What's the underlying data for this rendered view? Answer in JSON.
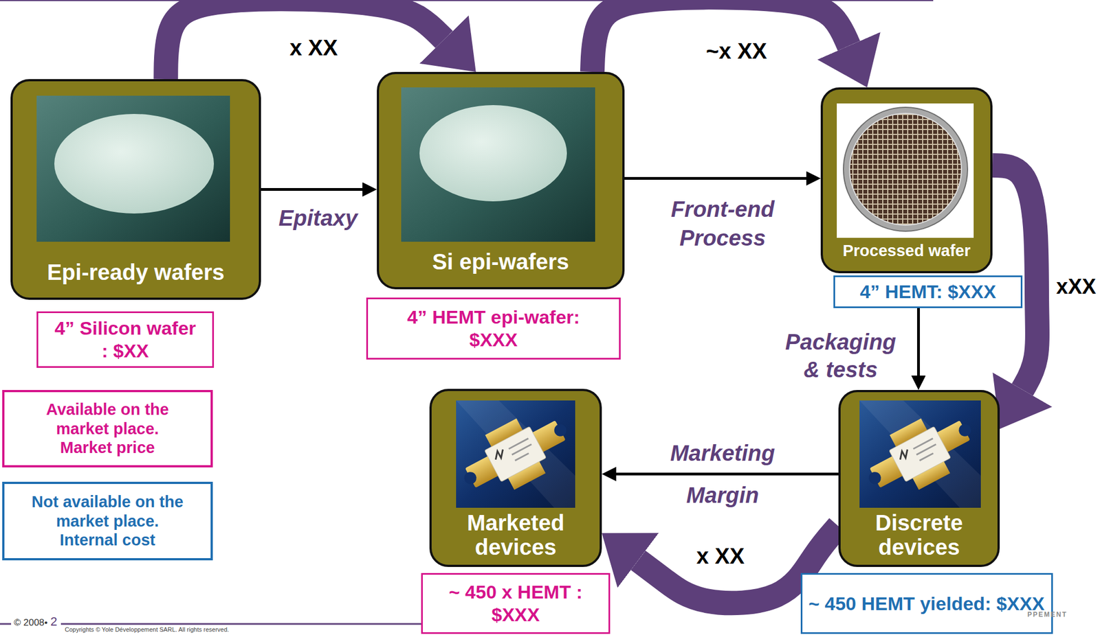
{
  "diagram": {
    "nodes": [
      {
        "text": [
          "Epi-ready wafers"
        ]
      },
      {
        "text": [
          "Si epi-wafers"
        ]
      },
      {
        "text": [
          "Processed wafer"
        ]
      },
      {
        "text": [
          "4” HEMT: $XXX"
        ]
      },
      {
        "text": [
          "4” Silicon wafer : $XX"
        ]
      },
      {
        "text": [
          "4” HEMT epi-wafer: $XXX"
        ]
      },
      {
        "text": [
          "Marketed devices"
        ]
      },
      {
        "text": [
          "Discrete devices"
        ]
      },
      {
        "text": [
          "~ 450 x HEMT : $XXX"
        ]
      },
      {
        "text": [
          "~ 450 HEMT yielded: $XXX"
        ]
      }
    ],
    "edges": [
      {
        "from": 0,
        "to": 1,
        "label": "x XX",
        "arrow": "to"
      },
      {
        "from": 0,
        "to": 1,
        "label": "Epitaxy",
        "arrow": "to"
      },
      {
        "from": 1,
        "to": 2,
        "label": "~x XX",
        "arrow": "to"
      },
      {
        "from": 1,
        "to": 2,
        "label": "Front-end Process",
        "arrow": "to"
      },
      {
        "from": 2,
        "to": 7,
        "label": "xXX",
        "arrow": "to"
      },
      {
        "from": 3,
        "to": 7,
        "label": "Packaging & tests",
        "arrow": "to"
      },
      {
        "from": 7,
        "to": 6,
        "label": "Marketing Margin",
        "arrow": "to"
      },
      {
        "from": 7,
        "to": 6,
        "label": "x XX",
        "arrow": "to"
      }
    ],
    "labels": [
      "© 2008•",
      "2",
      "Copyrights © Yole Développement SARL. All rights reserved.",
      "PPEMENT"
    ],
    "legend": [
      {
        "text": "Available on the market place. Market price",
        "color": "#d6128b"
      },
      {
        "text": "Not available on the market place. Internal cost",
        "color": "#1f6fb2"
      }
    ]
  }
}
